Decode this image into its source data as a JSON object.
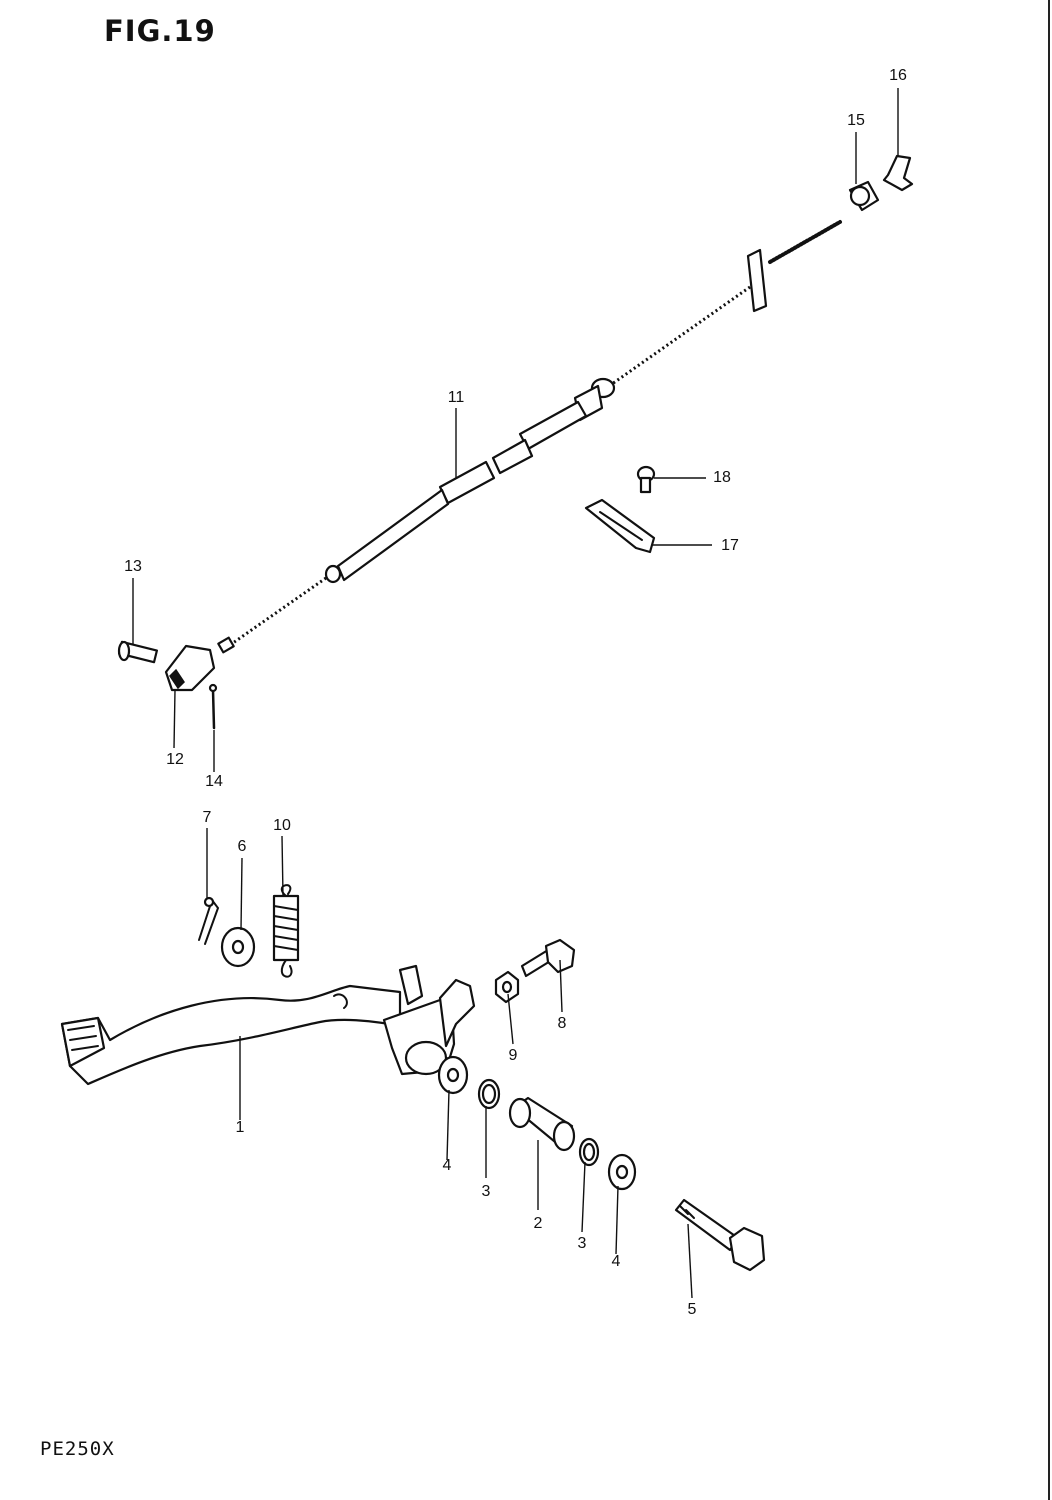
{
  "figure": {
    "title": "FIG.19",
    "model_code": "PE250X"
  },
  "callouts": [
    {
      "id": "1",
      "label": "1"
    },
    {
      "id": "2",
      "label": "2"
    },
    {
      "id": "3a",
      "label": "3"
    },
    {
      "id": "3b",
      "label": "3"
    },
    {
      "id": "4a",
      "label": "4"
    },
    {
      "id": "4b",
      "label": "4"
    },
    {
      "id": "5",
      "label": "5"
    },
    {
      "id": "6",
      "label": "6"
    },
    {
      "id": "7",
      "label": "7"
    },
    {
      "id": "8",
      "label": "8"
    },
    {
      "id": "9",
      "label": "9"
    },
    {
      "id": "10",
      "label": "10"
    },
    {
      "id": "11",
      "label": "11"
    },
    {
      "id": "12",
      "label": "12"
    },
    {
      "id": "13",
      "label": "13"
    },
    {
      "id": "14",
      "label": "14"
    },
    {
      "id": "15",
      "label": "15"
    },
    {
      "id": "16",
      "label": "16"
    },
    {
      "id": "17",
      "label": "17"
    },
    {
      "id": "18",
      "label": "18"
    }
  ]
}
